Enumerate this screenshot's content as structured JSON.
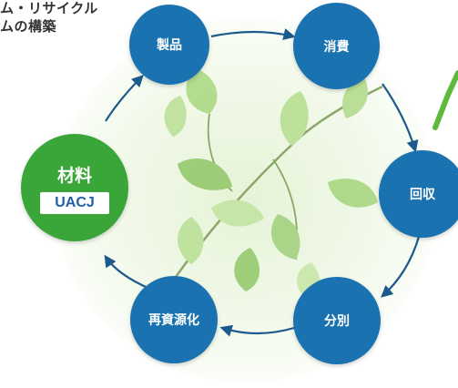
{
  "heading": {
    "line1": "ム・リサイクル",
    "line2": "ムの構築"
  },
  "center": {
    "title": "材料",
    "badge": "UACJ"
  },
  "cycle": {
    "product": "製品",
    "consumption": "消費",
    "collection": "回収",
    "sorting": "分別",
    "recycling": "再資源化"
  },
  "colors": {
    "node_blue": "#1a73b0",
    "center_green": "#3aa63a",
    "badge_text": "#1f5fa8",
    "arrow": "#1d5a8c",
    "leaf_light": "#9fd07a",
    "leaf_dark": "#6fb349"
  }
}
